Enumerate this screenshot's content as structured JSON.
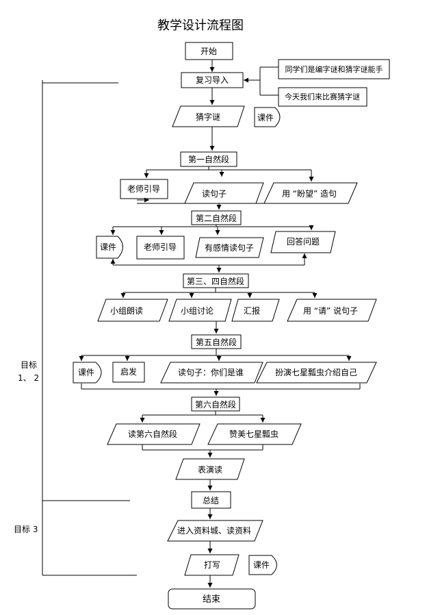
{
  "title": "教学设计流程图",
  "nodes": {
    "start": "开始",
    "review": "复习导入",
    "note1": "同学们是编字谜和猜字谜能手",
    "note2": "今天我们来比赛猜字谜",
    "riddle": "猜字谜",
    "courseware1": "课件",
    "p1": "第一自然段",
    "teacher1": "老师引导",
    "read1": "读句子",
    "pansen": "用 “盼望” 造句",
    "p2": "第二自然段",
    "courseware2": "课件",
    "teacher2": "老师引导",
    "emotional": "有感情读句子",
    "answer": "回答问题",
    "p34": "第三、四自然段",
    "groupread": "小组朗读",
    "groupdiscuss": "小组讨论",
    "report": "汇报",
    "qing": "用 “请” 说句子",
    "p5": "第五自然段",
    "courseware3": "课件",
    "inspire": "启发",
    "readwho": "读句子：你们是谁",
    "roleplay": "扮演七星瓢虫介绍自己",
    "p6": "第六自然段",
    "read6": "读第六自然段",
    "praise": "赞美七星瓢虫",
    "perform": "表演读",
    "summary": "总结",
    "resource": "进入资料城、读资料",
    "typing": "打写",
    "courseware4": "课件",
    "end": "结束"
  },
  "goals": {
    "goal12_line1": "目标",
    "goal12_line2": "1、 2",
    "goal3": "目标 3"
  },
  "colors": {
    "stroke": "#000000",
    "fill": "#ffffff",
    "text": "#000000"
  }
}
